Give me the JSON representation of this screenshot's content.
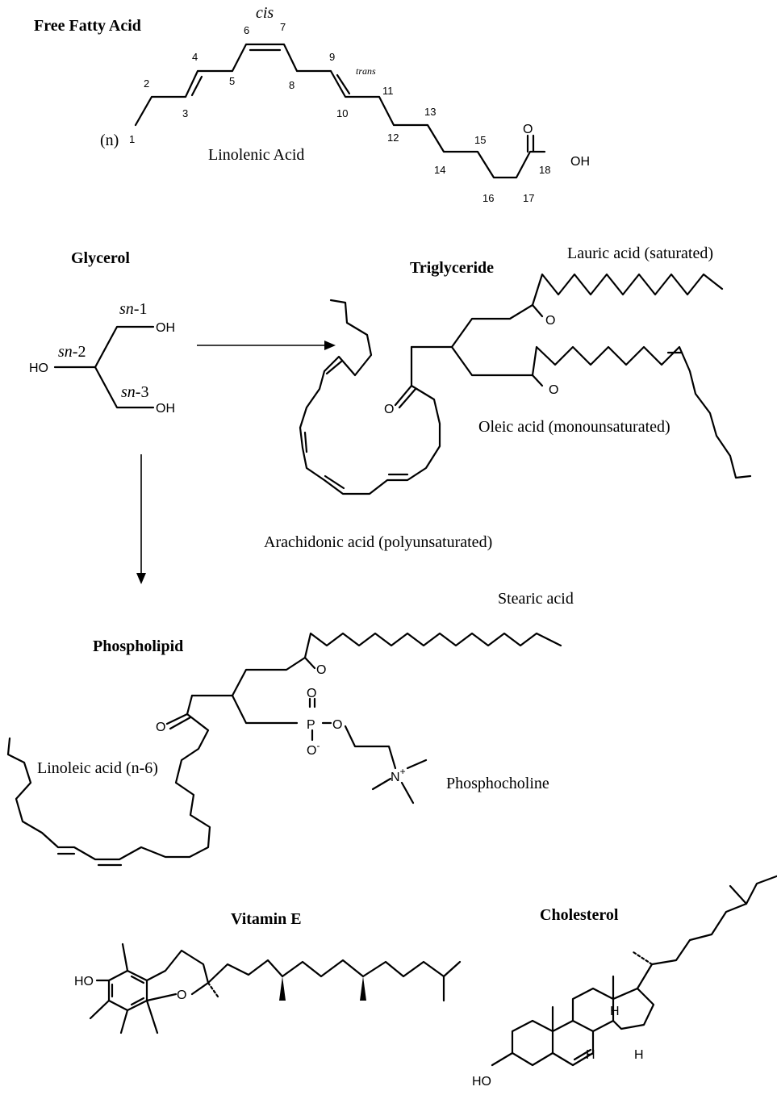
{
  "fatty_acid": {
    "title": "Free Fatty Acid",
    "name": "Linolenic Acid",
    "cis": "cis",
    "trans": "trans",
    "n_label": "(n)",
    "numbers": [
      "1",
      "2",
      "3",
      "4",
      "5",
      "6",
      "7",
      "8",
      "9",
      "10",
      "11",
      "12",
      "13",
      "14",
      "15",
      "16",
      "17",
      "18"
    ],
    "o": "O",
    "oh": "OH"
  },
  "glycerol": {
    "title": "Glycerol",
    "sn1_pre": "sn",
    "sn1_post": "-1",
    "sn2_pre": "sn",
    "sn2_post": "-2",
    "sn3_pre": "sn",
    "sn3_post": "-3",
    "oh_top": "OH",
    "ho_left": "HO",
    "oh_bottom": "OH"
  },
  "triglyceride": {
    "title": "Triglyceride",
    "lauric": "Lauric acid (saturated)",
    "oleic": "Oleic acid (monounsaturated)",
    "arachidonic": "Arachidonic acid (polyunsaturated)",
    "o1": "O",
    "o2": "O",
    "o3": "O"
  },
  "phospholipid": {
    "title": "Phospholipid",
    "stearic": "Stearic acid",
    "linoleic": "Linoleic acid (n-6)",
    "phosphocholine": "Phosphocholine",
    "o_carbonyl1": "O",
    "o_carbonyl2": "O",
    "p": "P",
    "o_top": "O",
    "o_minus": "O",
    "minus": "-",
    "o_ester": "O",
    "n": "N",
    "plus": "+"
  },
  "vitamin_e": {
    "title": "Vitamin E",
    "ho": "HO",
    "o": "O"
  },
  "cholesterol": {
    "title": "Cholesterol",
    "ho": "HO",
    "h1": "H",
    "h2": "H",
    "h3": "H"
  }
}
